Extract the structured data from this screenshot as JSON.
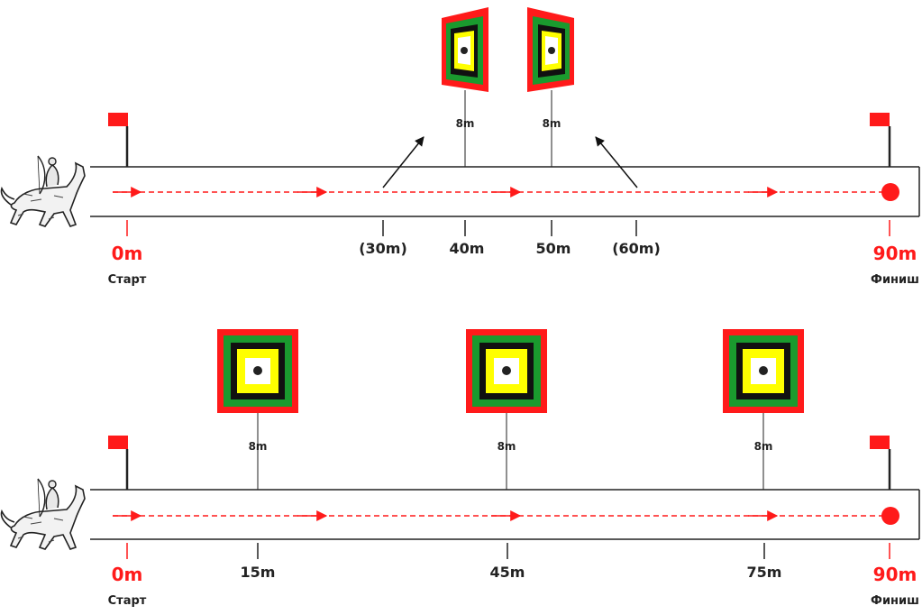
{
  "colors": {
    "accent_red": "#ff1a1a",
    "target_red": "#ff1a1a",
    "target_green": "#1a9a2e",
    "target_black": "#111111",
    "target_yellow": "#ffff00",
    "track_line": "#222222"
  },
  "icons": {
    "rider": "horse-archer-icon",
    "flag": "red-flag-icon",
    "finish": "finish-dot-icon"
  },
  "diagrams": [
    {
      "name": "course-a",
      "start": {
        "distance": "0m",
        "label": "Старт"
      },
      "finish": {
        "distance": "90m",
        "label": "Финиш"
      },
      "markers": [
        "(30m)",
        "40m",
        "50m",
        "(60m)"
      ],
      "target_offset": "8m",
      "target_count": 2
    },
    {
      "name": "course-b",
      "start": {
        "distance": "0m",
        "label": "Старт"
      },
      "finish": {
        "distance": "90m",
        "label": "Финиш"
      },
      "markers": [
        "15m",
        "45m",
        "75m"
      ],
      "target_offset": "8m",
      "target_count": 3
    }
  ]
}
